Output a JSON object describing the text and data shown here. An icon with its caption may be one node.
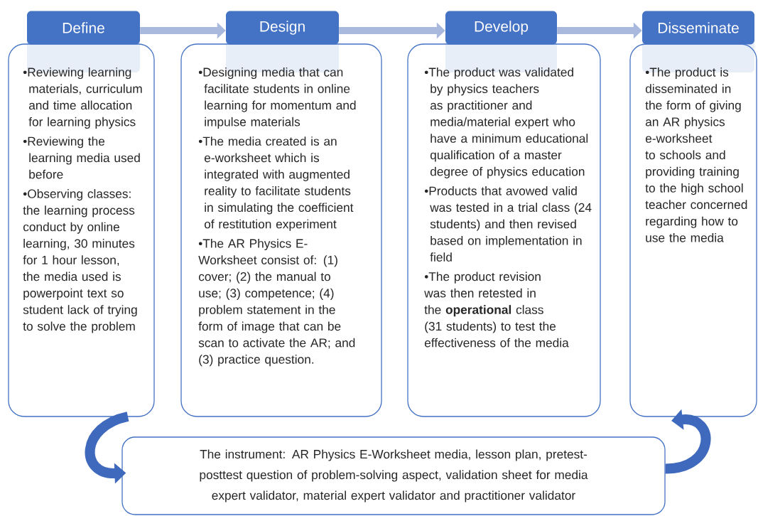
{
  "diagram": {
    "nodes": [
      {
        "text": [
          "Define"
        ]
      },
      {
        "text": [
          "•Reviewing learning materials, curriculum and time allocation for learning physics",
          "•Reviewing the learning media used before",
          "•Observing classes: the learning process conduct by online learning, 30 minutes for 1 hour lesson, the media used is powerpoint text so student lack of trying to solve the problem"
        ]
      },
      {
        "text": [
          "Design"
        ]
      },
      {
        "text": [
          "•Designing media that can facilitate students in online learning for momentum and impulse materials",
          "•The media created is an e-worksheet which is integrated with augmented reality to facilitate students in simulating the coefficient of restitution experiment",
          "•The AR Physics E-Worksheet consist of: (1) cover; (2) the manual to use; (3) competence; (4) problem statement in the form of image that can be scan to activate the AR; and (3) practice question."
        ]
      },
      {
        "text": [
          "Develop"
        ]
      },
      {
        "text": [
          "•The product was validated by physics teachers as practitioner and media/material expert who have a minimum educational qualification of a master degree of physics education",
          "•Products that avowed valid was tested in a trial class (24 students) and then revised based on implementation in field",
          "•The product revision was then retested in the **operational** class (31 students) to test the effectiveness of the media"
        ]
      },
      {
        "text": [
          "Disseminate"
        ]
      },
      {
        "text": [
          "•The product is disseminated in the form of giving an AR physics e-worksheet to schools and providing training to the high school teacher concerned regarding how to use the media"
        ]
      },
      {
        "text": [
          "The instrument: AR Physics E-Worksheet media, lesson plan, pretest-posttest question of problem-solving aspect, validation sheet for media expert validator, material expert validator and practitioner validator"
        ]
      }
    ],
    "edges": [
      {
        "from": 0,
        "to": 2,
        "arrow": "to"
      },
      {
        "from": 2,
        "to": 4,
        "arrow": "to"
      },
      {
        "from": 4,
        "to": 6,
        "arrow": "to"
      },
      {
        "from": 1,
        "to": 8,
        "arrow": "to",
        "color": "#3f69bd"
      },
      {
        "from": 8,
        "to": 7,
        "arrow": "to",
        "color": "#3f69bd"
      }
    ]
  }
}
